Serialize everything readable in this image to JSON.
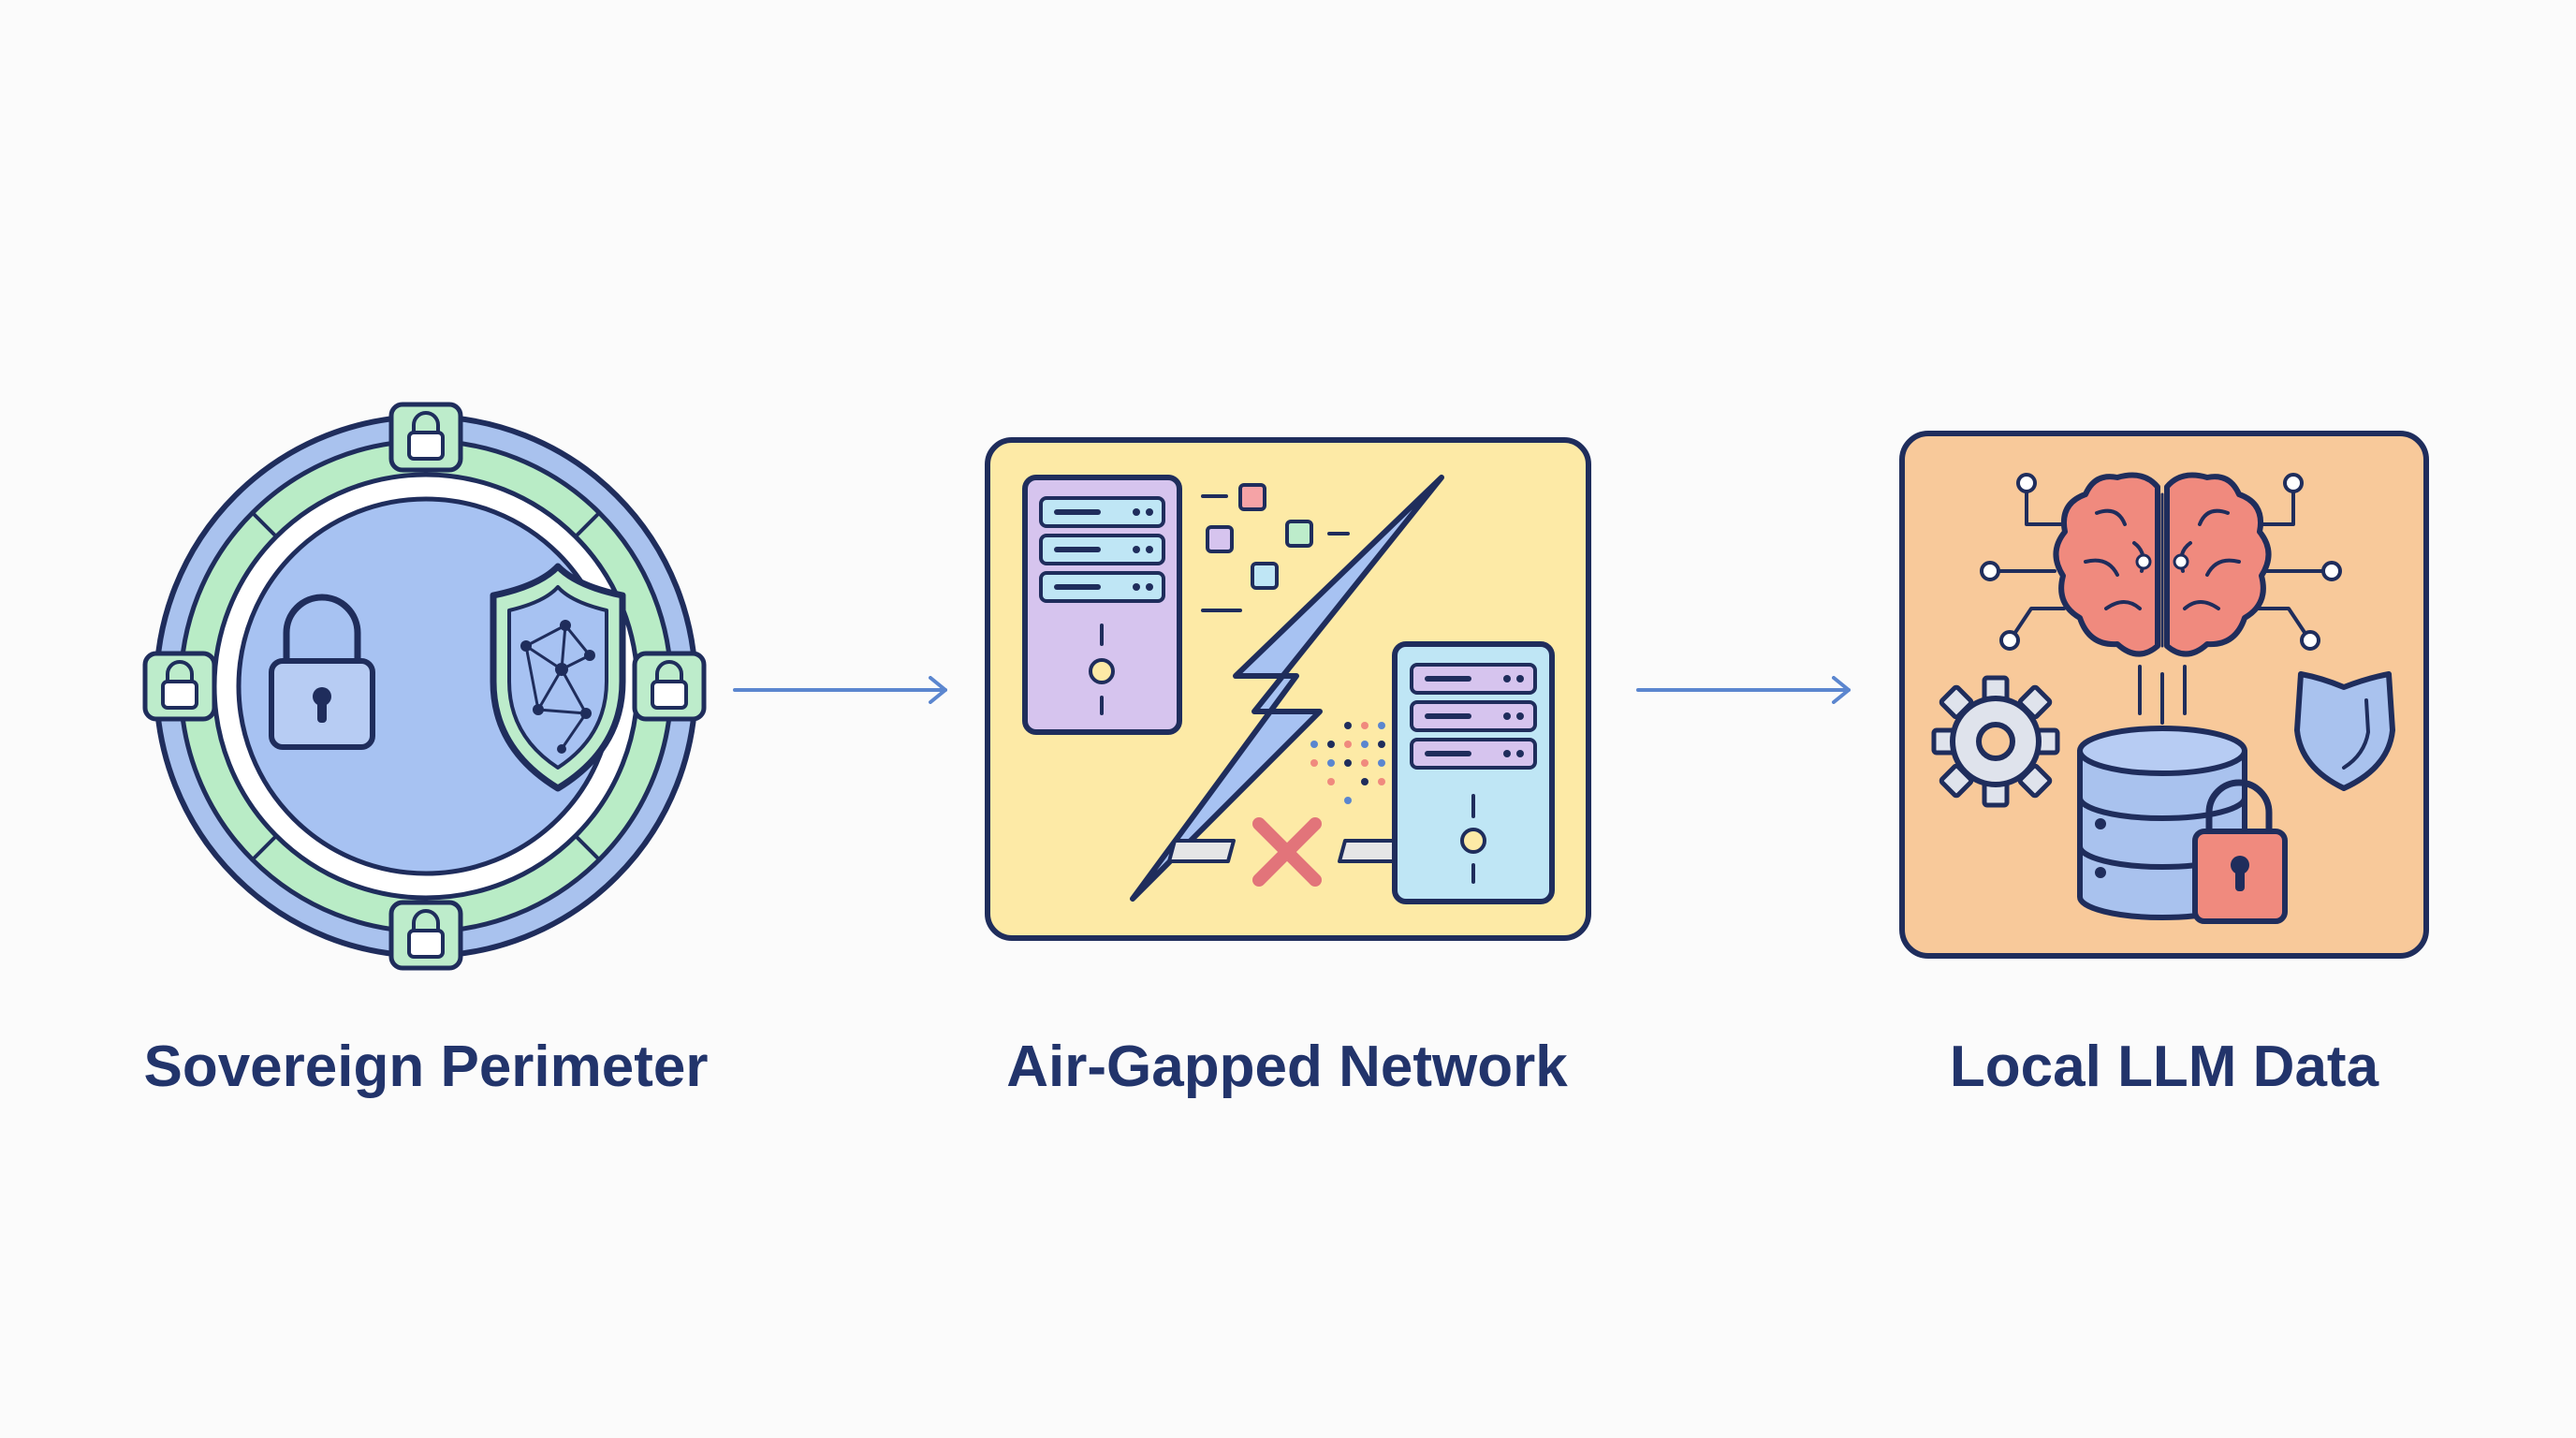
{
  "steps": [
    {
      "label": "Sovereign Perimeter",
      "icon": "shield-lock-perimeter-icon"
    },
    {
      "label": "Air-Gapped Network",
      "icon": "disconnected-servers-icon"
    },
    {
      "label": "Local LLM Data",
      "icon": "brain-database-lock-icon"
    }
  ],
  "colors": {
    "ink": "#1f2d5c",
    "label": "#22346b",
    "arrow": "#5b86cf",
    "perimeter_outer": "#a9c2ee",
    "perimeter_ring": "#b9ecc6",
    "perimeter_core": "#a7c2f2",
    "lock_badge": "#bdeccb",
    "air_gap_panel": "#fdeaa6",
    "server_purple": "#d6c4ee",
    "server_blue": "#bfe6f5",
    "disconnect_x": "#e2747a",
    "llm_panel": "#f8c99a",
    "brain": "#f08a7e",
    "database": "#a9c2ee",
    "db_lock": "#f08a7e",
    "gear": "#dfe3ec",
    "shield": "#a9c2ee"
  }
}
